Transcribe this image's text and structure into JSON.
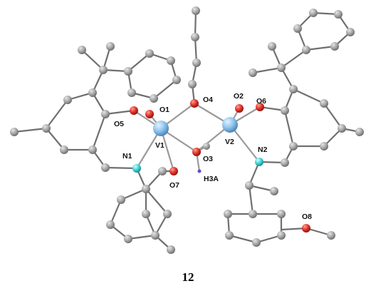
{
  "compound_number": "12",
  "labels": {
    "o1": "O1",
    "o2": "O2",
    "o3": "O3",
    "o4": "O4",
    "o5": "O5",
    "o6": "O6",
    "o7": "O7",
    "o8": "O8",
    "v1": "V1",
    "v2": "V2",
    "n1": "N1",
    "n2": "N2",
    "h3a": "H3A"
  },
  "colors": {
    "carbon": "#9c9c9c",
    "vanadium": "#8fc4ee",
    "oxygen": "#e3342a",
    "nitrogen": "#3fd5d9",
    "hydrogen": "#5a4fc8"
  }
}
